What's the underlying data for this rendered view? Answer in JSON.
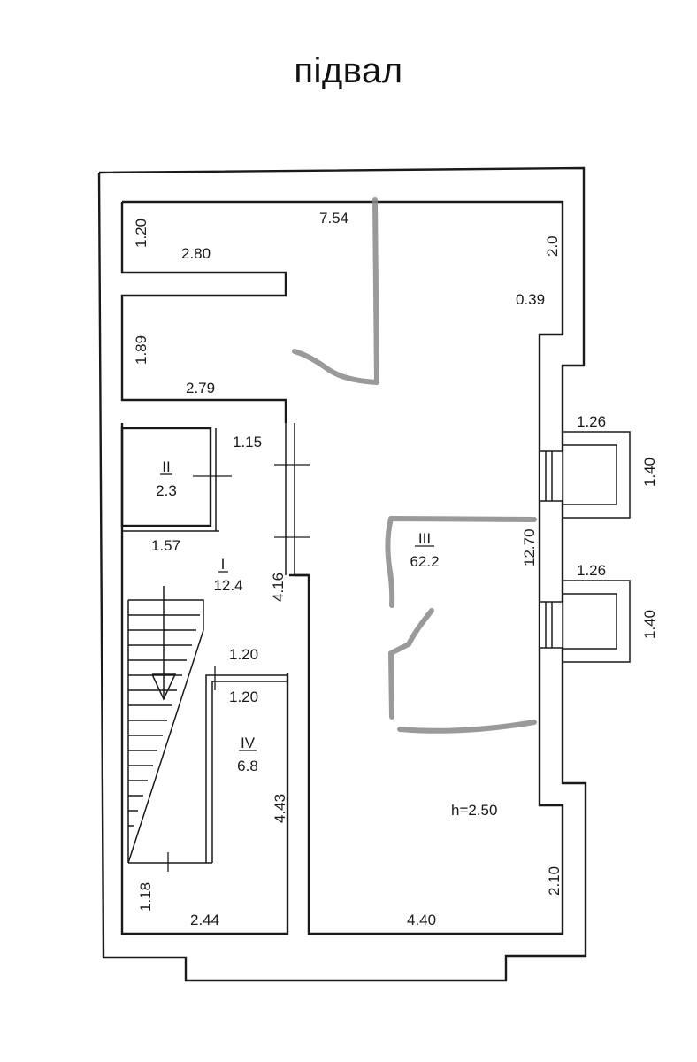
{
  "title": "підвал",
  "height_note": "h=2.50",
  "rooms": [
    {
      "number": "I",
      "area": "12.4"
    },
    {
      "number": "II",
      "area": "2.3"
    },
    {
      "number": "III",
      "area": "62.2"
    },
    {
      "number": "IV",
      "area": "6.8"
    }
  ],
  "dimensions": {
    "top_width": "7.54",
    "nw_niche_height": "1.20",
    "nw_niche_width": "2.80",
    "w_niche_height": "1.89",
    "w_niche_width": "2.79",
    "right_top": "2.0",
    "right_jog": "0.39",
    "window1_width": "1.26",
    "window1_depth": "1.40",
    "window2_width": "1.26",
    "window2_depth": "1.40",
    "main_length": "12.70",
    "corridor_width": "1.15",
    "room2_width": "1.57",
    "corridor_length": "4.16",
    "partition_upper": "1.20",
    "partition_lower": "1.20",
    "room4_length": "4.43",
    "stair_bottom": "1.18",
    "bottom_left_width": "2.44",
    "bottom_right_width": "4.40",
    "right_bottom": "2.10"
  }
}
